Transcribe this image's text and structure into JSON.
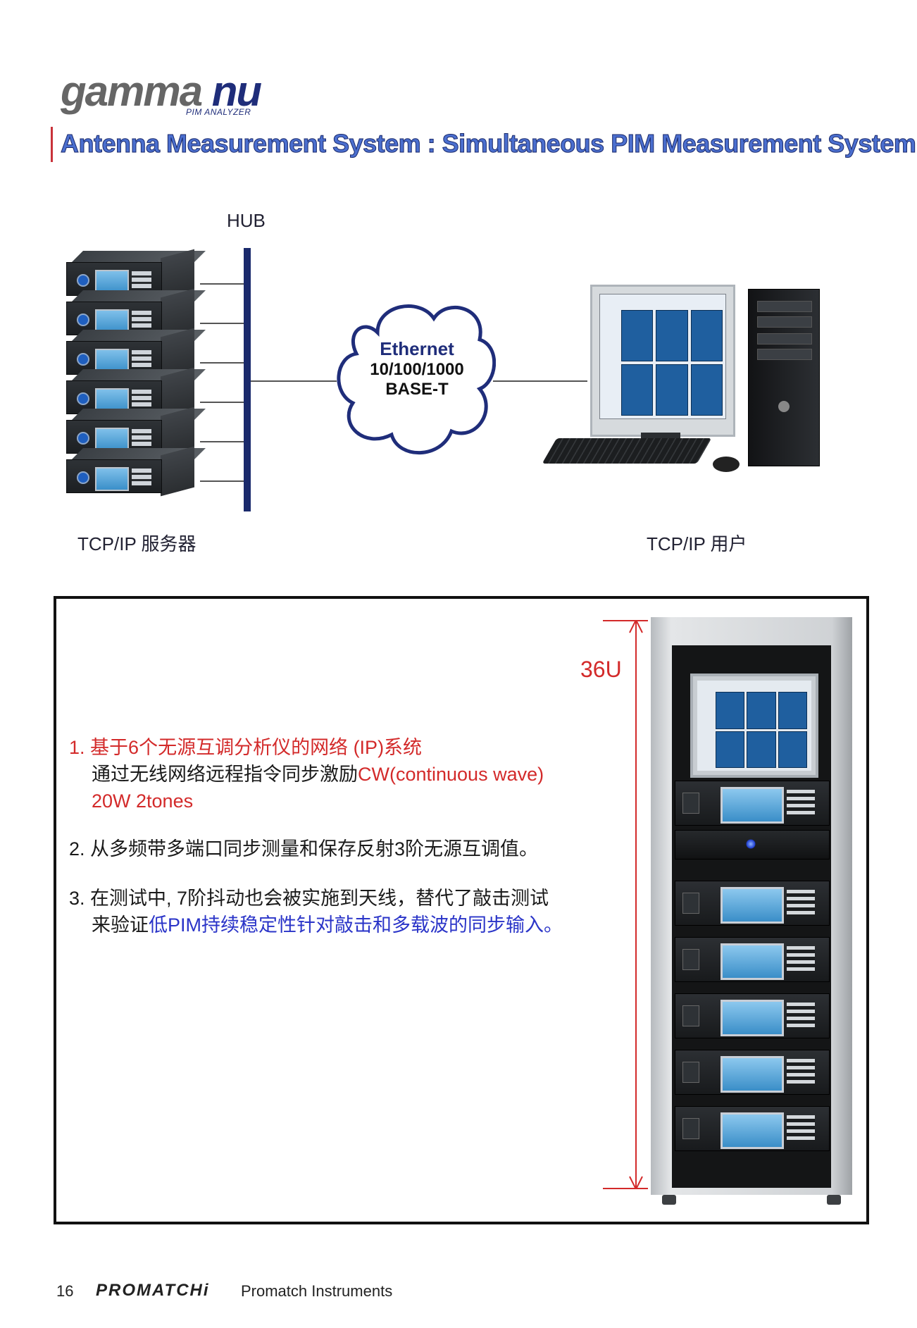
{
  "header": {
    "logo_main_a": "gamma",
    "logo_main_b": "nu",
    "logo_sub": "PIM ANALYZER",
    "title": "Antenna Measurement System : Simultaneous PIM Measurement System",
    "accent_color": "#4b6fcf"
  },
  "diagram": {
    "hub_label": "HUB",
    "cloud_line1": "Ethernet",
    "cloud_line2": "10/100/1000",
    "cloud_line3": "BASE-T",
    "server_label": "TCP/IP 服务器",
    "user_label": "TCP/IP 用户",
    "server_count": 6
  },
  "panel": {
    "rack_units": "36U",
    "items": [
      {
        "number": "1.",
        "line1": "基于6个无源互调分析仪的网络 (IP)系统",
        "line2_a": "通过无线网络远程指令同步激励",
        "line2_b": "CW(continuous  wave)",
        "line3": "20W 2tones"
      },
      {
        "number": "2.",
        "line1": "从多频带多端口同步测量和保存反射3阶无源互调值。"
      },
      {
        "number": "3.",
        "line1": "在测试中, 7阶抖动也会被实施到天线，替代了敲击测试",
        "line2_a": "来验证",
        "line2_b": "低PIM持续稳定性针对敲击和多载波的同步输入。"
      }
    ]
  },
  "footer": {
    "page_number": "16",
    "brand": "PROMATCHi",
    "company": "Promatch Instruments"
  }
}
